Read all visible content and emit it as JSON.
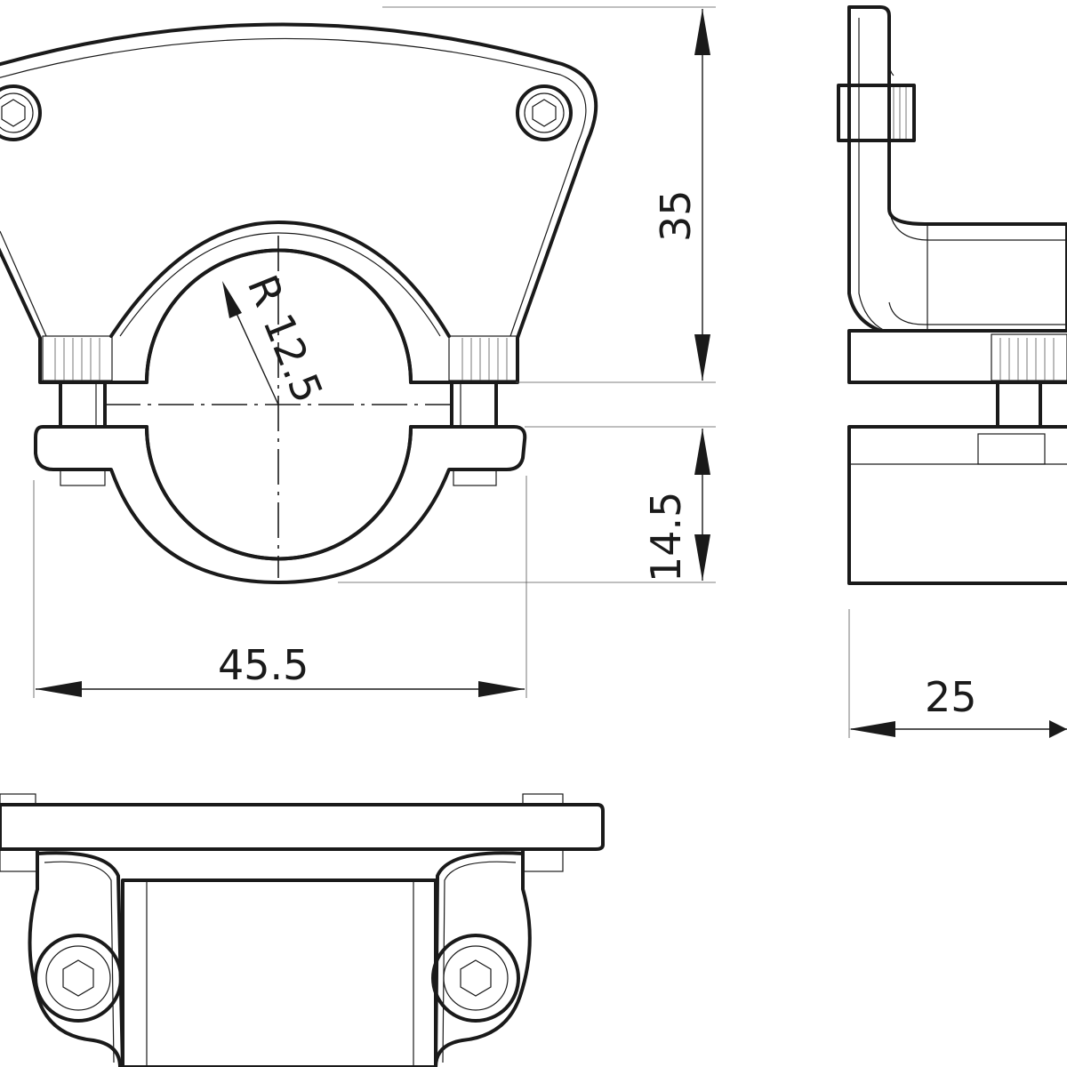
{
  "dimensions": {
    "height_total": "35",
    "height_lower": "14.5",
    "width_front": "45.5",
    "width_side": "25",
    "radius": "R 12.5"
  },
  "colors": {
    "line": "#1a1a1a",
    "background": "#ffffff"
  }
}
